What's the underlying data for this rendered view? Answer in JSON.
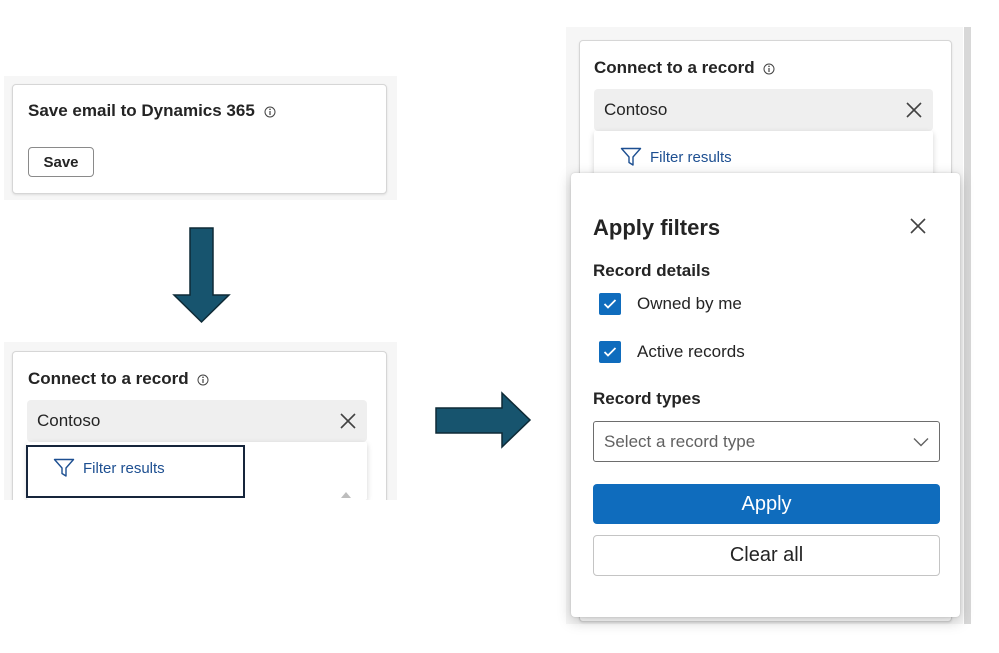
{
  "step1": {
    "title": "Save email to Dynamics 365",
    "save_label": "Save"
  },
  "step2": {
    "title": "Connect to a record",
    "search_value": "Contoso",
    "filter_link": "Filter results"
  },
  "step3": {
    "title": "Connect to a record",
    "search_value": "Contoso",
    "filter_link": "Filter results",
    "modal": {
      "title": "Apply filters",
      "record_details_label": "Record details",
      "checkboxes": [
        {
          "label": "Owned by me",
          "checked": true
        },
        {
          "label": "Active records",
          "checked": true
        }
      ],
      "record_types_label": "Record types",
      "record_type_placeholder": "Select a record type",
      "apply_label": "Apply",
      "clear_label": "Clear all"
    }
  },
  "colors": {
    "accent": "#0f6cbd",
    "arrow": "#17546e",
    "link": "#1d4f91"
  }
}
